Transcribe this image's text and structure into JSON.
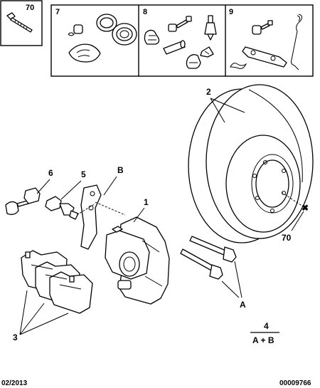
{
  "kit_boxes": [
    {
      "ref": "70",
      "label": "70"
    },
    {
      "ref": "7",
      "label": "7"
    },
    {
      "ref": "8",
      "label": "8"
    },
    {
      "ref": "9",
      "label": "9"
    }
  ],
  "callouts": {
    "disc": "2",
    "caliper": "1",
    "bracket": "B",
    "bolts": "A",
    "pads": "3",
    "bleed_screw": "5",
    "bleed_cap": "6",
    "disc_screw": "70"
  },
  "formula": {
    "num": "4",
    "den": "A + B"
  },
  "footer": {
    "date": "02/2013",
    "ref_number": "00009766"
  }
}
